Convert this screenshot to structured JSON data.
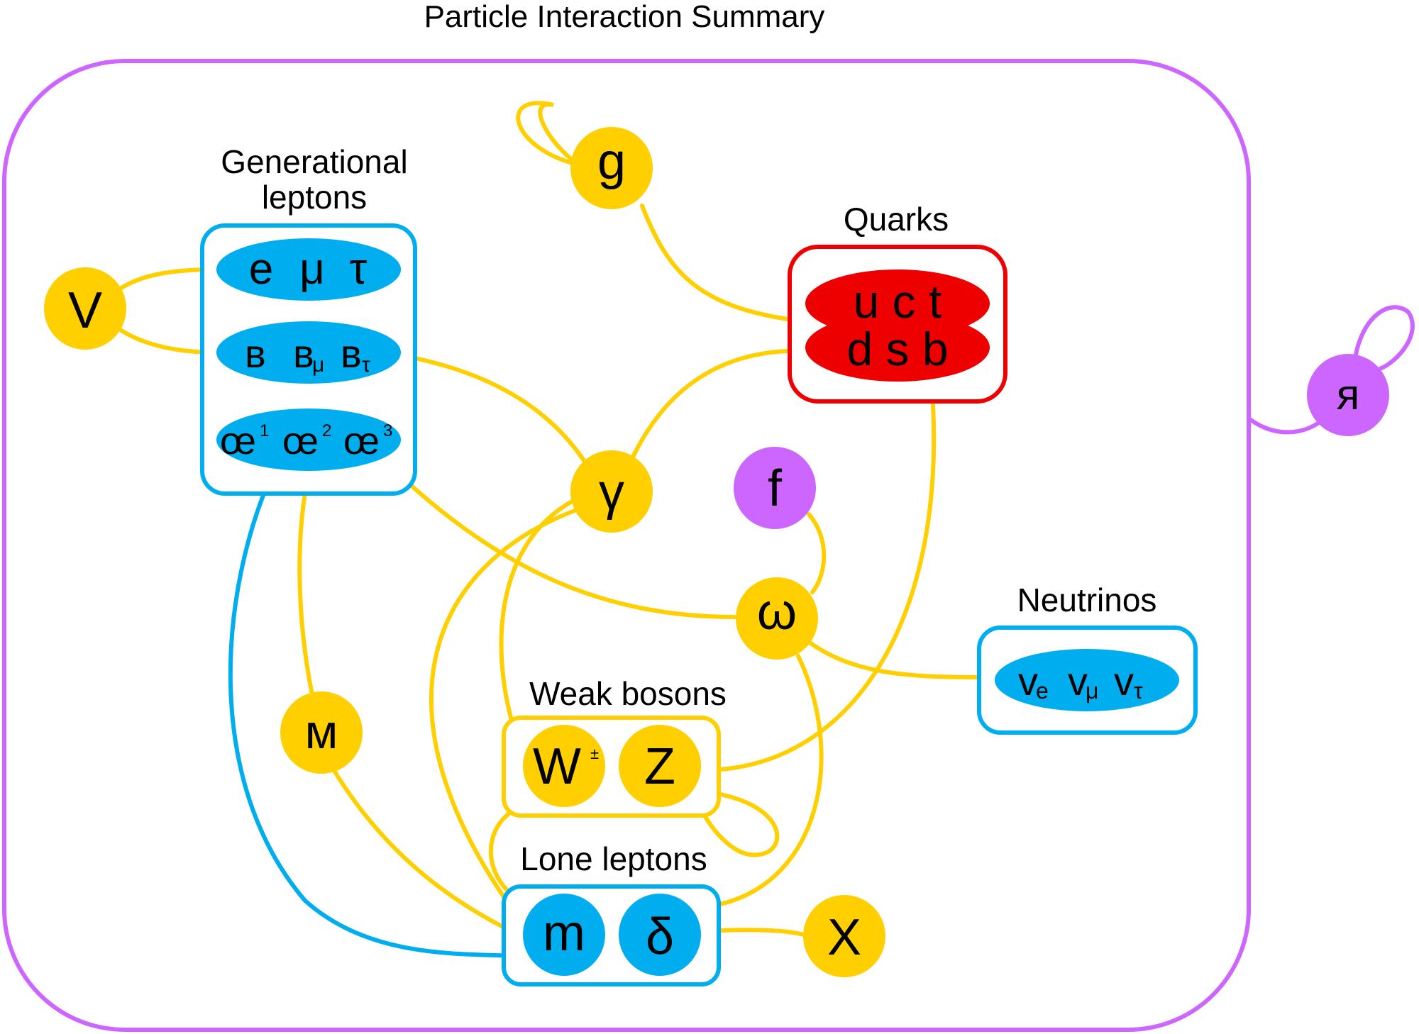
{
  "title": "Particle Interaction Summary",
  "colors": {
    "boson": "#FFCF00",
    "lepton": "#00AEEF",
    "quark": "#EE0000",
    "exotic": "#CC66FF",
    "text": "#000000"
  },
  "groups": {
    "generational": {
      "label_line1": "Generational",
      "label_line2": "leptons",
      "row1": {
        "a": "e",
        "b": "μ",
        "c": "τ"
      },
      "row2": {
        "a": "в",
        "b": "в",
        "b_sub": "μ",
        "c": "в",
        "c_sub": "τ"
      },
      "row3": {
        "a": "œ",
        "a_sup": "1",
        "b": "œ",
        "b_sup": "2",
        "c": "œ",
        "c_sup": "3"
      }
    },
    "quarks": {
      "label": "Quarks",
      "row1": "u c t",
      "row2": "d s b"
    },
    "neutrinos": {
      "label": "Neutrinos",
      "n1": "v",
      "n1_sub": "e",
      "n2": "v",
      "n2_sub": "μ",
      "n3": "v",
      "n3_sub": "τ"
    },
    "weak": {
      "label": "Weak bosons",
      "w": "W",
      "w_sup": "±",
      "z": "Z"
    },
    "lone": {
      "label": "Lone leptons",
      "m": "m",
      "delta": "δ"
    }
  },
  "nodes": {
    "v": "V",
    "g": "g",
    "gamma": "γ",
    "f": "f",
    "omega": "ω",
    "m_boson": "м",
    "x": "X",
    "ya": "я"
  }
}
